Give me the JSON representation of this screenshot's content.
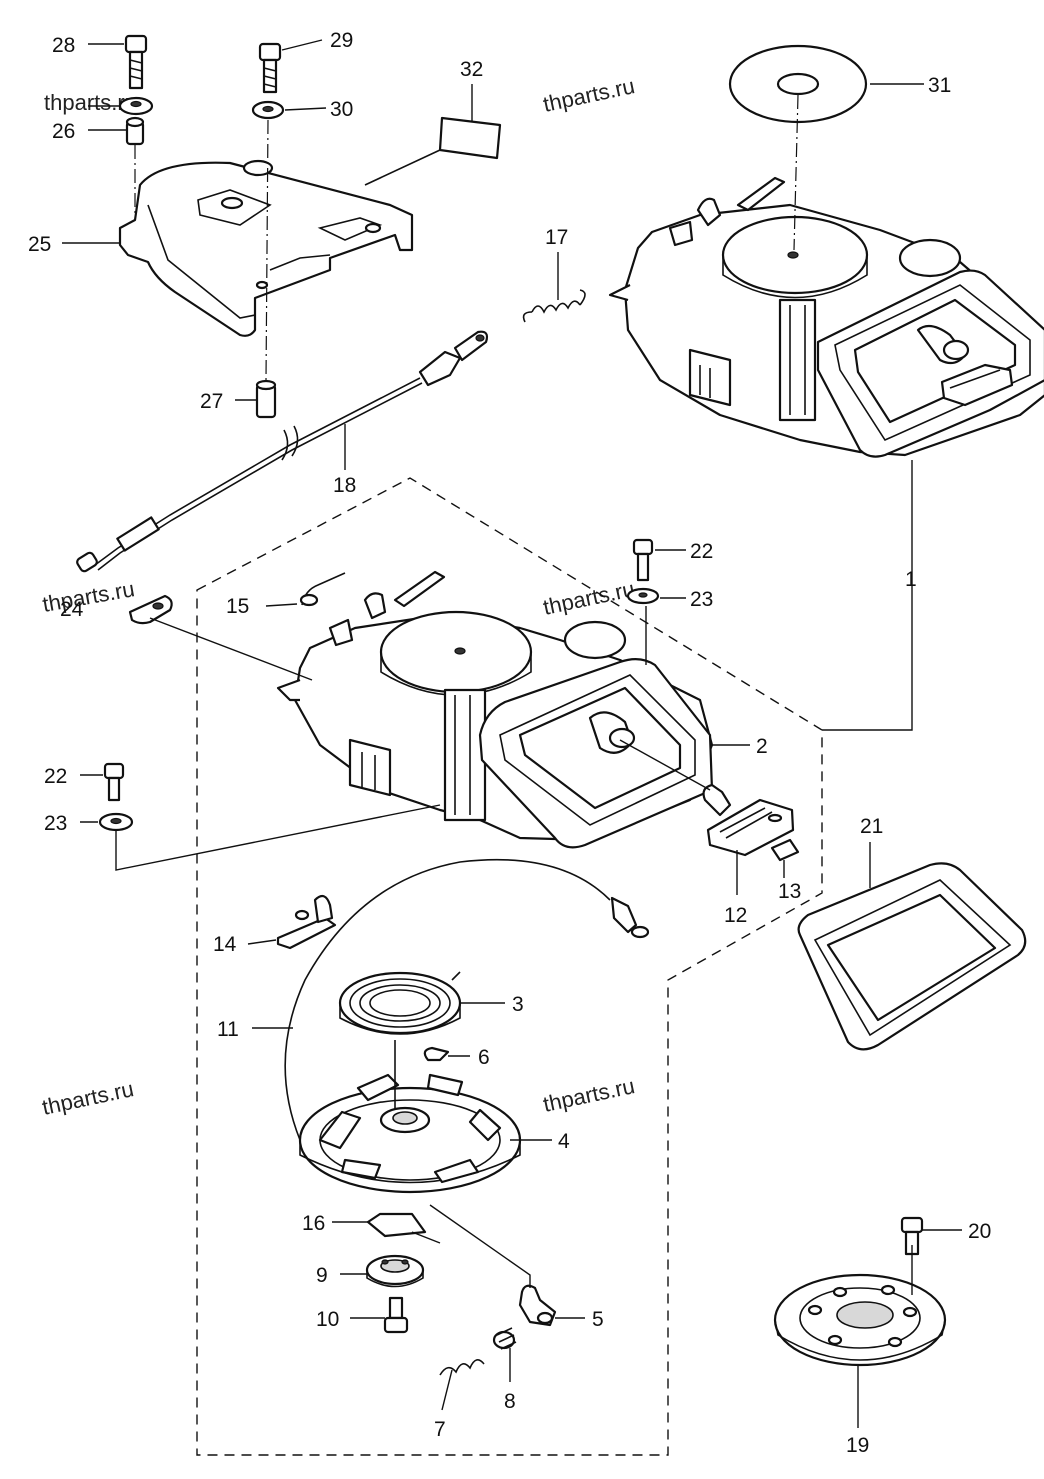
{
  "watermark": "thparts.ru",
  "callouts": {
    "c1": "1",
    "c2": "2",
    "c3": "3",
    "c4": "4",
    "c5": "5",
    "c6": "6",
    "c7": "7",
    "c8": "8",
    "c9": "9",
    "c10": "10",
    "c11": "11",
    "c12": "12",
    "c13": "13",
    "c14": "14",
    "c15": "15",
    "c16": "16",
    "c17": "17",
    "c18": "18",
    "c19": "19",
    "c20": "20",
    "c21": "21",
    "c22a": "22",
    "c22b": "22",
    "c23a": "23",
    "c23b": "23",
    "c24": "24",
    "c25": "25",
    "c26": "26",
    "c27": "27",
    "c28": "28",
    "c29": "29",
    "c30": "30",
    "c31": "31",
    "c32": "32"
  }
}
